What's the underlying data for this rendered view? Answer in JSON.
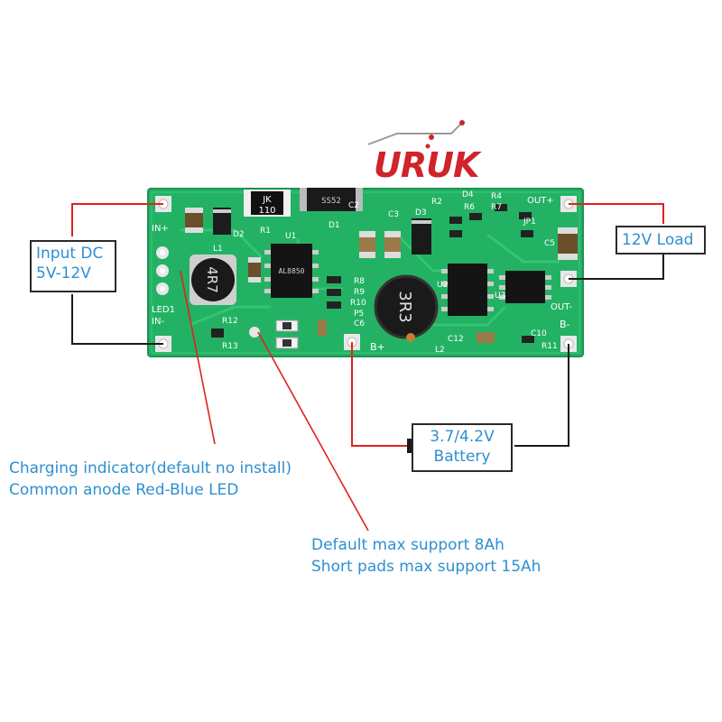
{
  "brand": {
    "logo_text": "URUK",
    "accent": "#d1232a"
  },
  "board": {
    "pcb_color": "#23b264",
    "silkscreen": {
      "in_plus": "IN+",
      "in_minus": "IN-",
      "led1": "LED1",
      "out_plus": "OUT+",
      "out_minus": "OUT-",
      "b_plus": "B+",
      "b_minus": "B-",
      "d1": "D1",
      "d2": "D2",
      "d3": "D3",
      "d4": "D4",
      "r1": "R1",
      "r2": "R2",
      "r4": "R4",
      "r6": "R6",
      "r7": "R7",
      "r8": "R8",
      "r9": "R9",
      "r10": "R10",
      "r11": "R11",
      "r12": "R12",
      "r13": "R13",
      "p5": "P5",
      "c2": "C2",
      "c3": "C3",
      "c5": "C5",
      "c6": "C6",
      "c10": "C10",
      "c12": "C12",
      "u1": "U1",
      "u2": "U2",
      "u3": "U3",
      "l1": "L1",
      "l2": "L2",
      "jp1": "JP1"
    },
    "components": {
      "diode_marking_line1": "JK",
      "diode_marking_line2": "110",
      "ss_diode": "SS52",
      "inductor_left": "4R7",
      "inductor_right": "3R3",
      "chip_u1": "AL8850",
      "chip_u2": "U2"
    }
  },
  "labels": {
    "input_dc_line1": "Input DC",
    "input_dc_line2": "5V-12V",
    "load": "12V Load",
    "battery_line1": "3.7/4.2V",
    "battery_line2": "Battery"
  },
  "captions": {
    "charging_line1": "Charging indicator(default no install)",
    "charging_line2": "Common anode Red-Blue LED",
    "capacity_line1": "Default max support 8Ah",
    "capacity_line2": "Short pads max support 15Ah"
  },
  "colors": {
    "wire_red": "#e02020",
    "wire_black": "#1a1a1a",
    "text_blue": "#2f8fd0"
  }
}
